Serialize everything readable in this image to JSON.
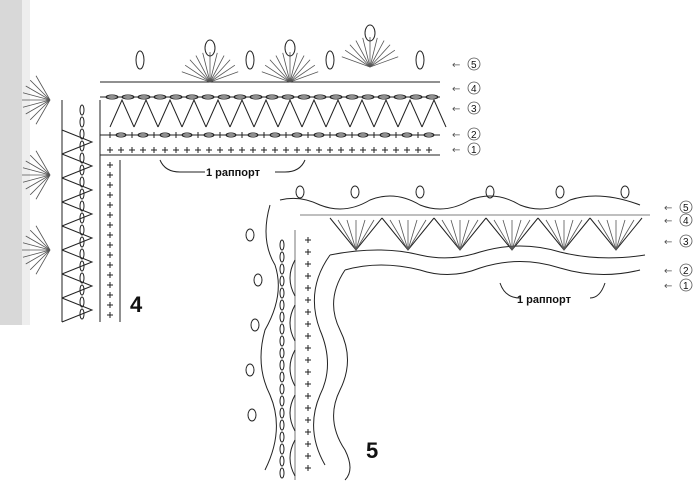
{
  "figures": [
    {
      "number": "4",
      "rapport_label": "1 раппорт",
      "row_labels": [
        "5",
        "4",
        "3",
        "2",
        "1"
      ]
    },
    {
      "number": "5",
      "rapport_label": "1 раппорт",
      "row_labels": [
        "5",
        "4",
        "3",
        "2",
        "1"
      ]
    }
  ],
  "colors": {
    "ink": "#222222",
    "paper_edge": "#d9d9d9"
  },
  "icons": {
    "row_arrow": "left-arrow-icon",
    "row_marker": "circled-number-icon"
  }
}
